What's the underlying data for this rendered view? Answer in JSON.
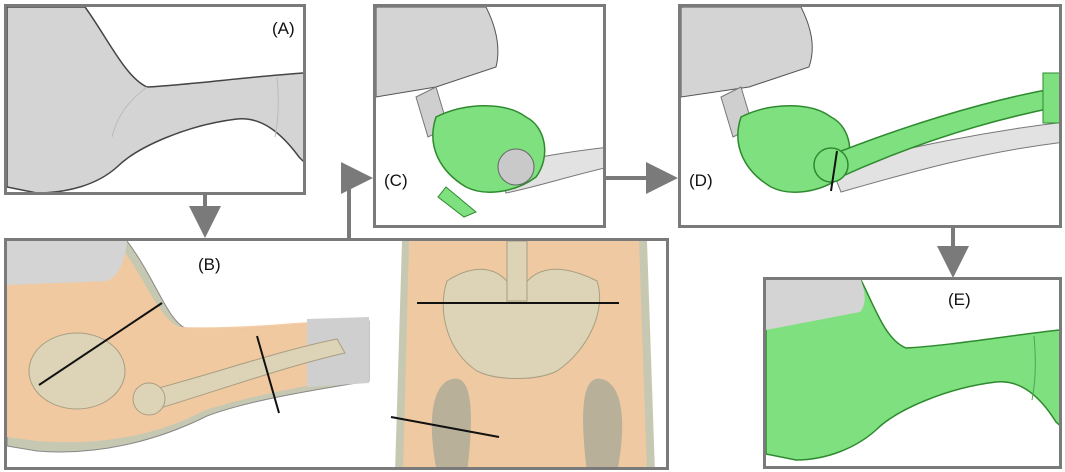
{
  "panels": {
    "a": {
      "label": "(A)"
    },
    "b": {
      "label": "(B)"
    },
    "c": {
      "label": "(C)"
    },
    "d": {
      "label": "(D)"
    },
    "e": {
      "label": "(E)"
    }
  },
  "colors": {
    "border": "#7a7a7a",
    "arrow": "#7a7a7a",
    "skin_gray": "#d4d4d4",
    "bone": "#ddd3b6",
    "tissue_orange": "#f3c9a0",
    "highlight_green": "#7ee07e",
    "annotation": "#111111"
  }
}
